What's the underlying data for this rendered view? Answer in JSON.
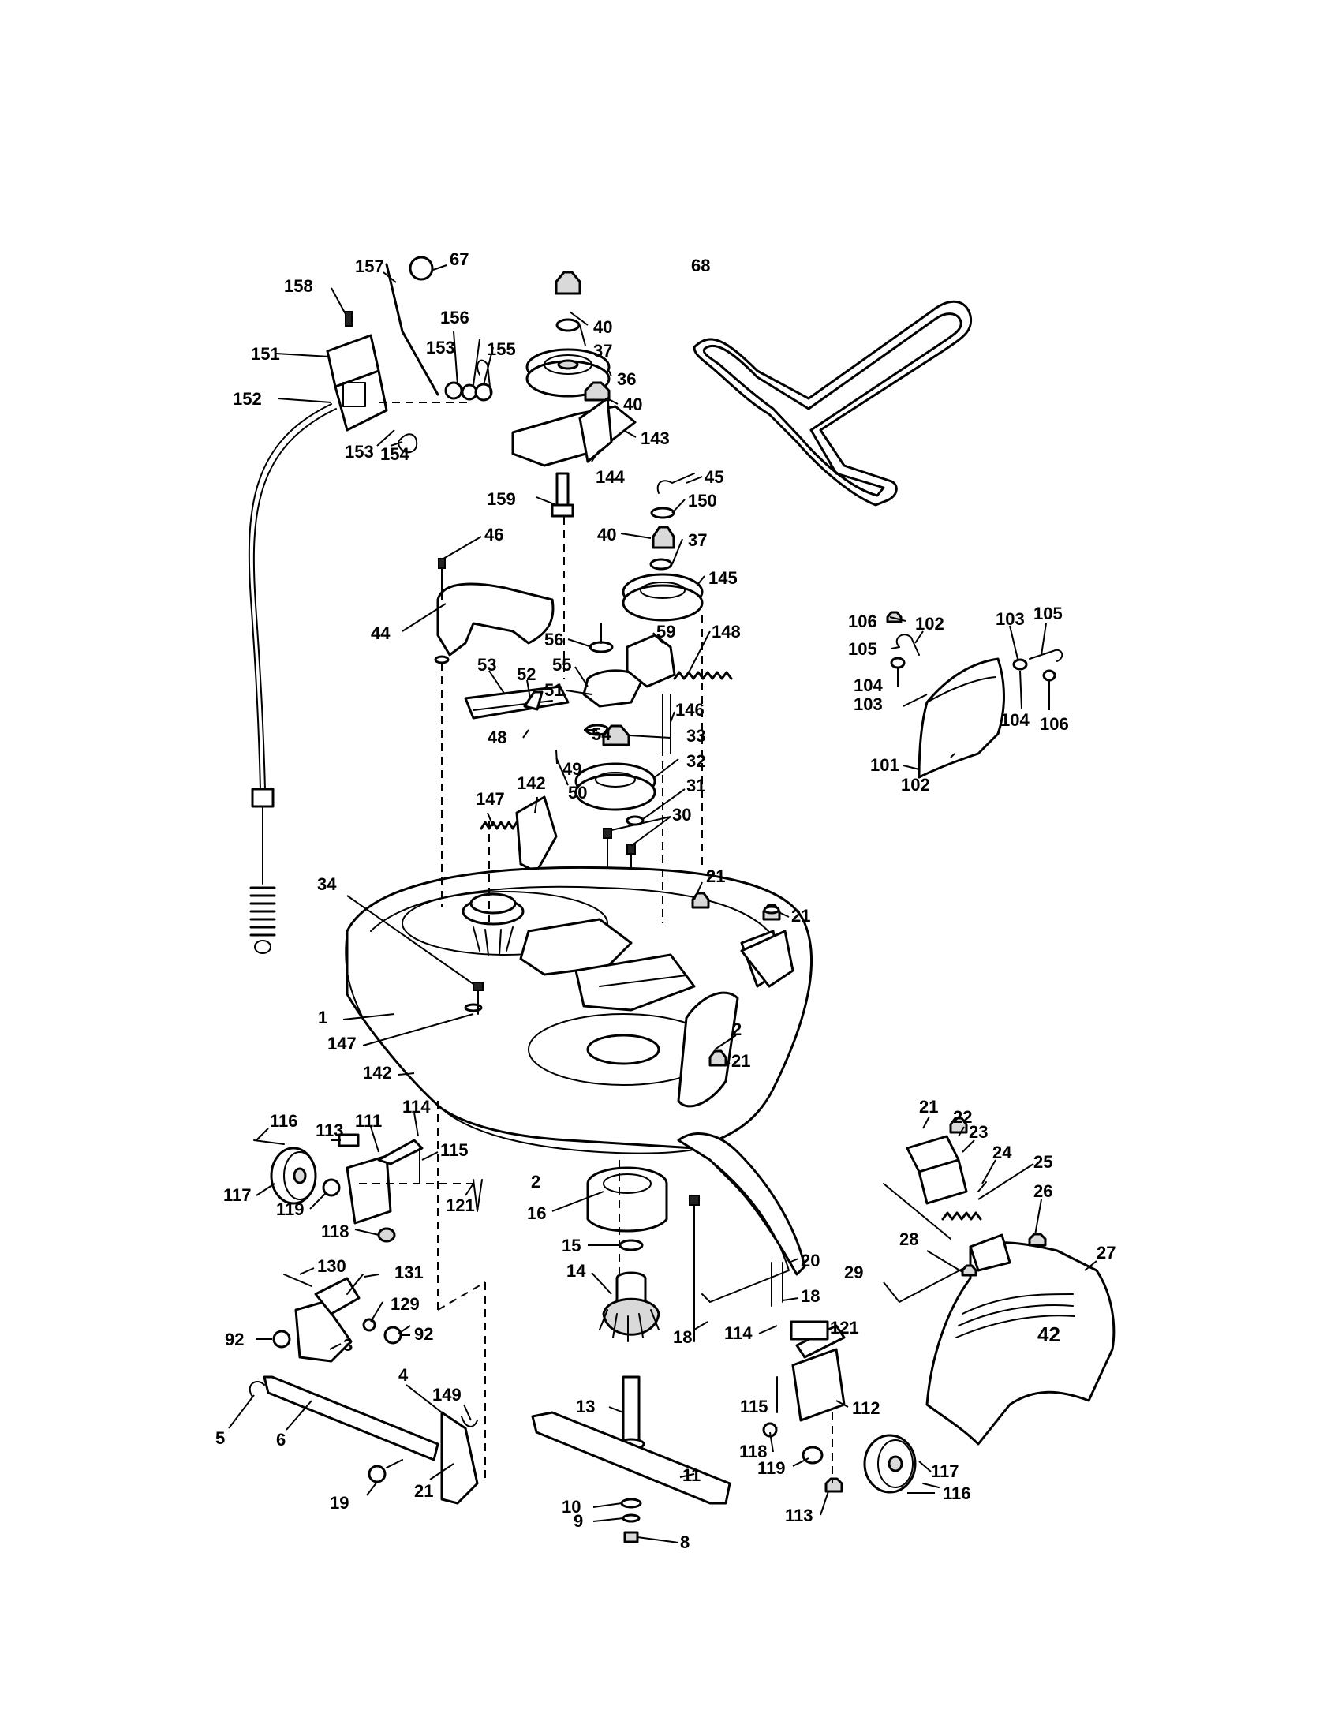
{
  "labels": {
    "l1": "1",
    "l2a": "2",
    "l2b": "2",
    "l3": "3",
    "l4": "4",
    "l5": "5",
    "l6": "6",
    "l8": "8",
    "l9": "9",
    "l10": "10",
    "l11": "11",
    "l13": "13",
    "l14": "14",
    "l15": "15",
    "l16": "16",
    "l18a": "18",
    "l18b": "18",
    "l19": "19",
    "l20": "20",
    "l21a": "21",
    "l21b": "21",
    "l21c": "21",
    "l21d": "21",
    "l21e": "21",
    "l22": "22",
    "l23": "23",
    "l24": "24",
    "l25": "25",
    "l26": "26",
    "l27": "27",
    "l28": "28",
    "l29": "29",
    "l30": "30",
    "l31": "31",
    "l32": "32",
    "l33": "33",
    "l34": "34",
    "l36": "36",
    "l37a": "37",
    "l37b": "37",
    "l40a": "40",
    "l40b": "40",
    "l40c": "40",
    "l44": "44",
    "l45": "45",
    "l46": "46",
    "l48": "48",
    "l49": "49",
    "l50": "50",
    "l51": "51",
    "l52": "52",
    "l53": "53",
    "l54": "54",
    "l55": "55",
    "l56": "56",
    "l59": "59",
    "l67": "67",
    "l68": "68",
    "l92a": "92",
    "l92b": "92",
    "l101": "101",
    "l102a": "102",
    "l102b": "102",
    "l103a": "103",
    "l103b": "103",
    "l104a": "104",
    "l104b": "104",
    "l105a": "105",
    "l105b": "105",
    "l106a": "106",
    "l106b": "106",
    "l111": "111",
    "l112": "112",
    "l113a": "113",
    "l113b": "113",
    "l114a": "114",
    "l114b": "114",
    "l115a": "115",
    "l115b": "115",
    "l116a": "116",
    "l116b": "116",
    "l117a": "117",
    "l117b": "117",
    "l118a": "118",
    "l118b": "118",
    "l119a": "119",
    "l119b": "119",
    "l121a": "121",
    "l121b": "121",
    "l129": "129",
    "l130": "130",
    "l131": "131",
    "l142a": "142",
    "l142b": "142",
    "l143": "143",
    "l144": "144",
    "l145": "145",
    "l146": "146",
    "l147a": "147",
    "l147b": "147",
    "l148": "148",
    "l149": "149",
    "l150": "150",
    "l151": "151",
    "l152": "152",
    "l153a": "153",
    "l153b": "153",
    "l154": "154",
    "l155": "155",
    "l156": "156",
    "l157": "157",
    "l158": "158",
    "l159": "159"
  },
  "deck_emblem": "42"
}
